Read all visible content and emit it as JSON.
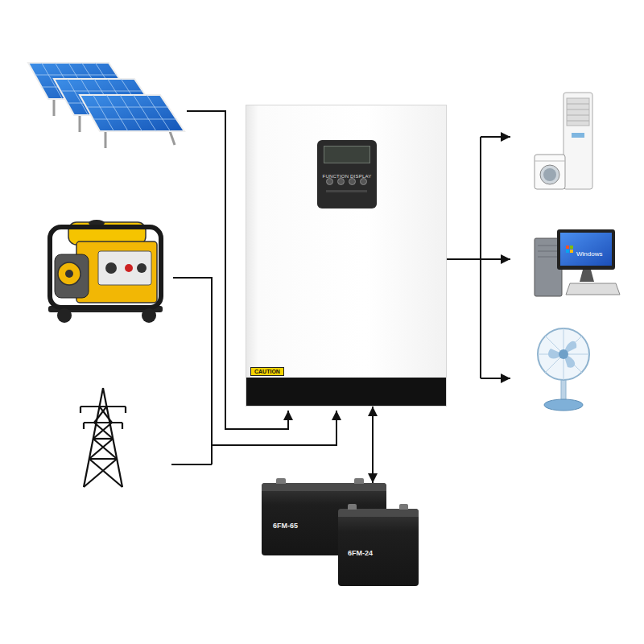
{
  "diagram": {
    "nodes": [
      {
        "text": [
          "FUNCTION DISPLAY",
          "CAUTION"
        ]
      },
      {
        "text": [
          "6FM-65"
        ]
      },
      {
        "text": [
          "6FM-24"
        ]
      }
    ],
    "edges": [
      {
        "from": 0,
        "to": 1,
        "arrow": "both"
      }
    ],
    "labels": [
      "Windows"
    ]
  }
}
